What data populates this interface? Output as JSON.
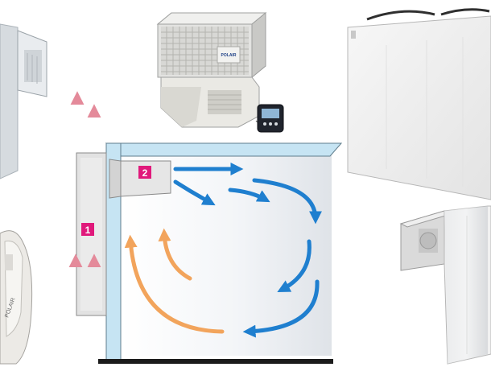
{
  "diagram": {
    "numbered_markers": [
      {
        "id": "marker-1",
        "label": "1"
      },
      {
        "id": "marker-2",
        "label": "2"
      }
    ],
    "product_labels": {
      "monoblock_logo": "POLAIR",
      "bottom_left_unit_mark": "POLAIR"
    },
    "colors": {
      "cold_flow": "#1f7fcf",
      "warm_flow": "#f2a45c",
      "exhaust_flow": "#e48a9a",
      "marker_fill": "#e0197b",
      "wall_blue": "#c6e4f3"
    },
    "icons": {
      "monoblock_unit": "ceiling-monoblock-icon",
      "controller": "remote-controller-icon",
      "wall_unit_top_left": "wall-monoblock-icon",
      "wall_unit_bottom_left": "curved-monoblock-icon",
      "panel_unit_top_right": "flat-panel-monoblock-icon",
      "wall_unit_bottom_right": "wall-mounted-monoblock-icon"
    }
  }
}
